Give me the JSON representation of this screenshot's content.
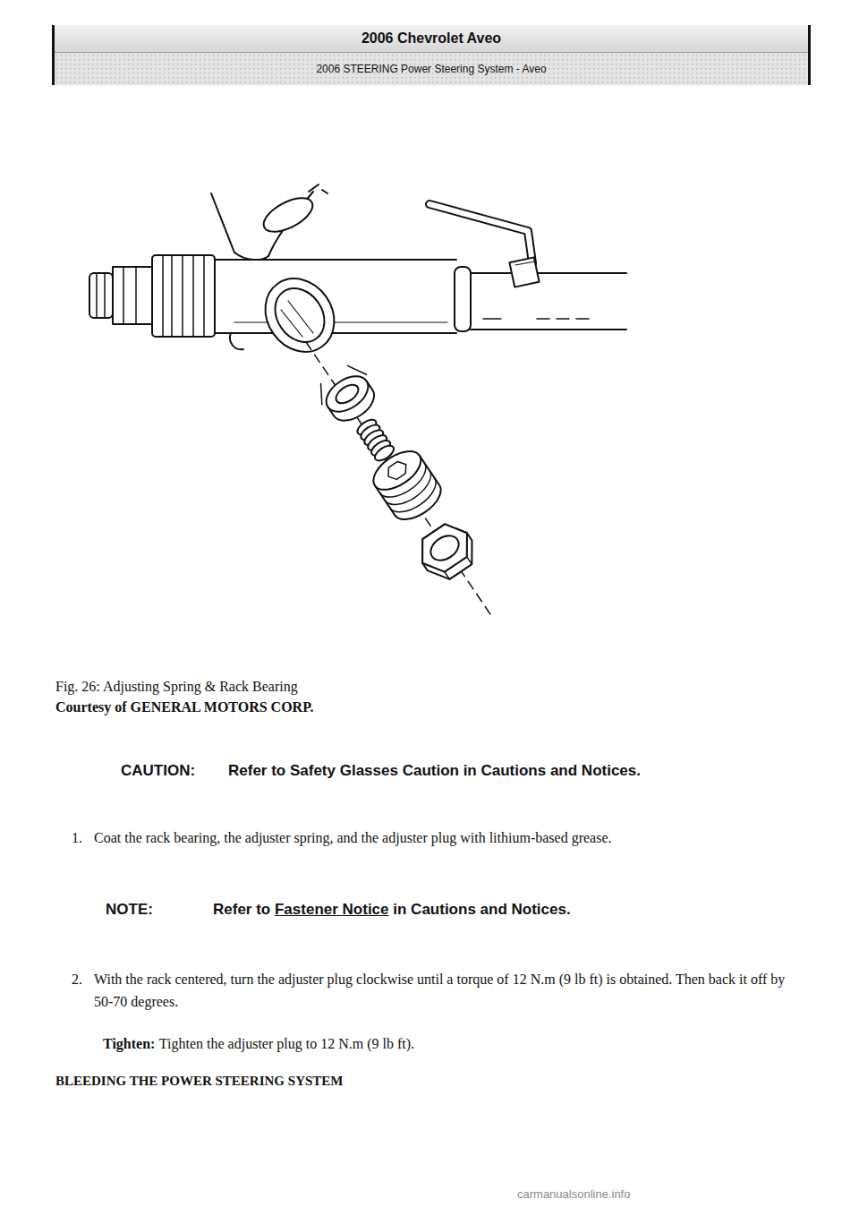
{
  "diagram": {
    "caption": "Fig. 26: Adjusting Spring & Rack Bearing",
    "nodes": [
      {
        "text": [
          "2006 Chevrolet Aveo",
          "2006 STEERING Power Steering System - Aveo"
        ]
      }
    ],
    "labels": [
      "Courtesy of GENERAL MOTORS CORP.",
      "CAUTION:",
      "Refer to Safety Glasses Caution in Cautions and Notices.",
      "1.",
      "Coat the rack bearing, the adjuster spring, and the adjuster plug with lithium-based grease.",
      "NOTE:",
      "Refer to",
      "Fastener Notice",
      "in Cautions and Notices.",
      "2.",
      "With the rack centered, turn the adjuster plug clockwise until a torque of 12 N.m (9 lb ft) is obtained. Then back it off by 50-70 degrees.",
      "Tighten:",
      "Tighten the adjuster plug to 12 N.m (9 lb ft).",
      "BLEEDING THE POWER STEERING SYSTEM",
      "carmanualsonline.info"
    ]
  }
}
